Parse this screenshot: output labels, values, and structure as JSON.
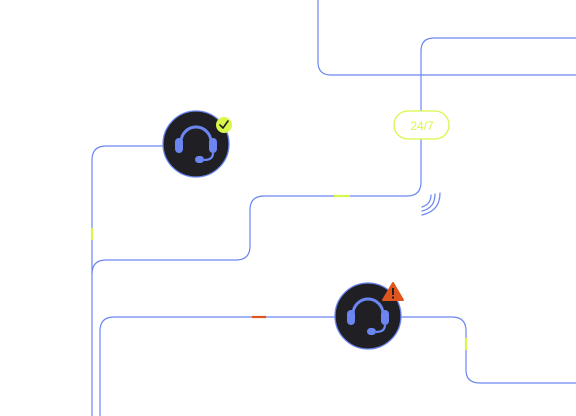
{
  "colors": {
    "line": "#6b86f0",
    "node_fill": "#1f1f24",
    "node_ring": "#6b86f0",
    "headset": "#6b86f0",
    "status_ok": "#d9f74a",
    "status_warning": "#e0541e",
    "accent_lime": "#d9f74a",
    "accent_red": "#e0541e"
  },
  "diagram": {
    "badge_label": "24/7",
    "nodes": [
      {
        "id": "agent-top",
        "icon": "headset-icon",
        "status": "ok",
        "status_icon": "check-icon"
      },
      {
        "id": "agent-bottom",
        "icon": "headset-icon",
        "status": "warning",
        "status_icon": "warning-icon"
      }
    ],
    "signal_icon": "signal-waves-icon"
  }
}
